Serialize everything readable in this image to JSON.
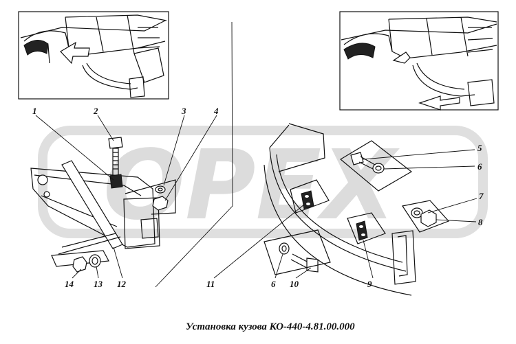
{
  "caption": "Установка кузова КО-440-4.81.00.000",
  "watermark": "OPEX",
  "callouts": {
    "c1": "1",
    "c2": "2",
    "c3": "3",
    "c4": "4",
    "c5": "5",
    "c6a": "6",
    "c7": "7",
    "c8": "8",
    "c14": "14",
    "c13": "13",
    "c12": "12",
    "c11": "11",
    "c6b": "6",
    "c10": "10",
    "c9": "9"
  }
}
